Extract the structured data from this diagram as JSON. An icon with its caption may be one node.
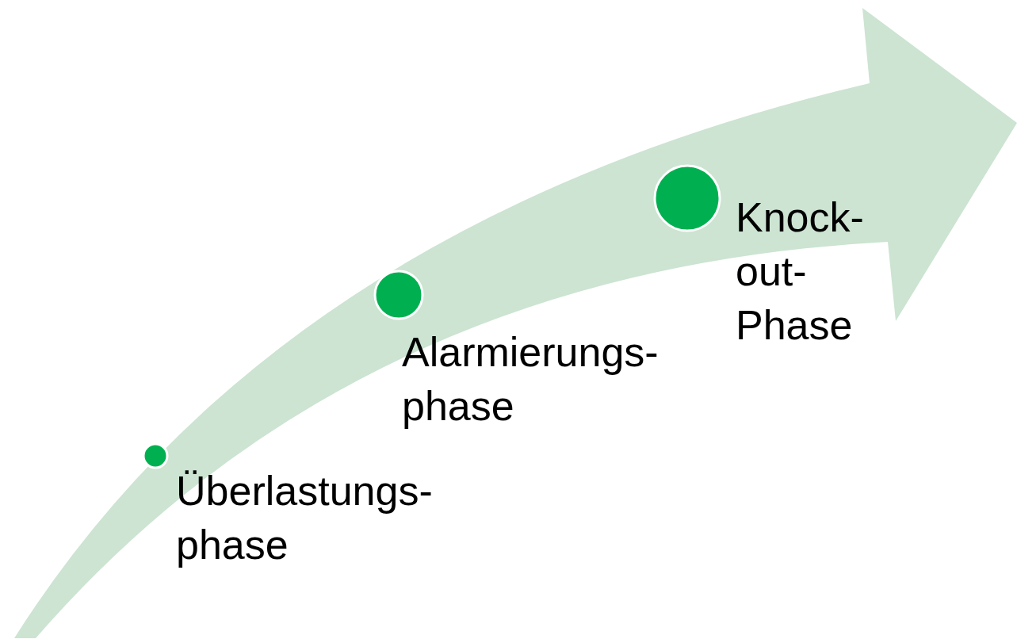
{
  "diagram": {
    "nodes": [
      {
        "text": [],
        "shape": "circle",
        "beside": [
          "Überlastungs- phase"
        ]
      },
      {
        "text": [],
        "shape": "circle",
        "beside": [
          "Alarmierungs- phase"
        ]
      },
      {
        "text": [],
        "shape": "circle",
        "beside": [
          "Knock- out- Phase"
        ]
      }
    ]
  }
}
